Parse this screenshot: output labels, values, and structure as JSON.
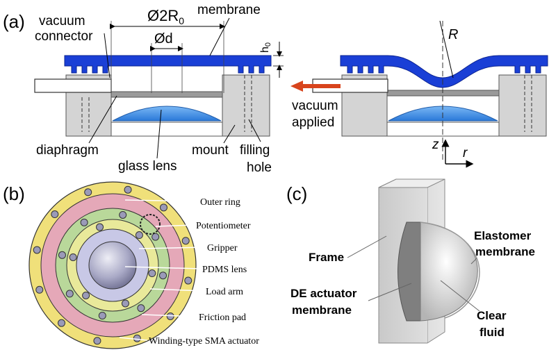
{
  "panel_a": {
    "letter": "(a)",
    "dim_2R0": "Ø2R",
    "dim_2R0_sub": "0",
    "dim_d": "Ød",
    "dim_h0": "h",
    "dim_h0_sub": "0",
    "label_vacuum_connector_1": "vacuum",
    "label_vacuum_connector_2": "connector",
    "label_membrane": "membrane",
    "label_diaphragm": "diaphragm",
    "label_glass_lens": "glass lens",
    "label_mount": "mount",
    "label_filling_1": "filling",
    "label_filling_2": "hole",
    "label_R": "R",
    "label_vacuum_applied_1": "vacuum",
    "label_vacuum_applied_2": "applied",
    "axis_z": "z",
    "axis_r": "r",
    "colors": {
      "membrane": "#1a3fd6",
      "lens": "#3f8fe6",
      "mount": "#d4d4d4",
      "arrow": "#d8441c"
    }
  },
  "panel_b": {
    "letter": "(b)",
    "labels": [
      "Outer ring",
      "Potentiometer",
      "Gripper",
      "PDMS lens",
      "Load arm",
      "Friction pad",
      "Winding-type SMA actuator"
    ]
  },
  "panel_c": {
    "letter": "(c)",
    "label_frame": "Frame",
    "label_elastomer_1": "Elastomer",
    "label_elastomer_2": "membrane",
    "label_de_1": "DE actuator",
    "label_de_2": "membrane",
    "label_clear_1": "Clear",
    "label_clear_2": "fluid"
  }
}
